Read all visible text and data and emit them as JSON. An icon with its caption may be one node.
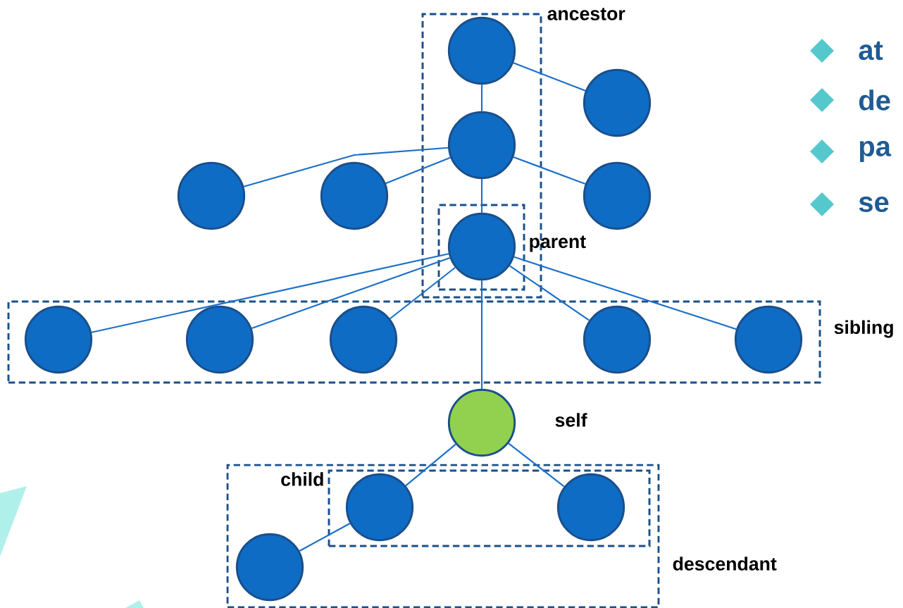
{
  "diagram": {
    "nodes": [
      {
        "text": [
          "ancestor"
        ]
      },
      {
        "text": [],
        "shape": "circle",
        "in": 0
      },
      {
        "text": [],
        "shape": "circle"
      },
      {
        "text": [],
        "shape": "circle",
        "in": 0
      },
      {
        "text": [],
        "shape": "circle"
      },
      {
        "text": [],
        "shape": "circle"
      },
      {
        "text": [],
        "shape": "circle"
      },
      {
        "text": [
          "parent"
        ],
        "in": 0
      },
      {
        "text": [],
        "shape": "circle",
        "in": 7
      },
      {
        "text": [
          "sibling"
        ]
      },
      {
        "text": [],
        "shape": "circle",
        "in": 9
      },
      {
        "text": [],
        "shape": "circle",
        "in": 9
      },
      {
        "text": [],
        "shape": "circle",
        "in": 9
      },
      {
        "text": [],
        "shape": "circle",
        "in": 9
      },
      {
        "text": [],
        "shape": "circle",
        "in": 9
      },
      {
        "text": [],
        "shape": "circle",
        "beside": [
          "self"
        ]
      },
      {
        "text": [
          "descendant"
        ]
      },
      {
        "text": [
          "child"
        ],
        "in": 16
      },
      {
        "text": [],
        "shape": "circle",
        "in": 17
      },
      {
        "text": [],
        "shape": "circle",
        "in": 17
      },
      {
        "text": [],
        "shape": "circle",
        "in": 16
      }
    ],
    "edges": [
      {
        "from": 1,
        "to": 2,
        "arrow": "none"
      },
      {
        "from": 1,
        "to": 3,
        "arrow": "none"
      },
      {
        "from": 3,
        "to": 4,
        "arrow": "none"
      },
      {
        "from": 3,
        "to": 5,
        "arrow": "none"
      },
      {
        "from": 3,
        "to": 6,
        "arrow": "none"
      },
      {
        "from": 3,
        "to": 8,
        "arrow": "none"
      },
      {
        "from": 8,
        "to": 10,
        "arrow": "none"
      },
      {
        "from": 8,
        "to": 11,
        "arrow": "none"
      },
      {
        "from": 8,
        "to": 12,
        "arrow": "none"
      },
      {
        "from": 8,
        "to": 13,
        "arrow": "none"
      },
      {
        "from": 8,
        "to": 14,
        "arrow": "none"
      },
      {
        "from": 8,
        "to": 15,
        "arrow": "none"
      },
      {
        "from": 15,
        "to": 18,
        "arrow": "none"
      },
      {
        "from": 15,
        "to": 19,
        "arrow": "none"
      },
      {
        "from": 18,
        "to": 20,
        "arrow": "none"
      }
    ],
    "labels": [
      "at",
      "de",
      "pa",
      "se"
    ]
  }
}
